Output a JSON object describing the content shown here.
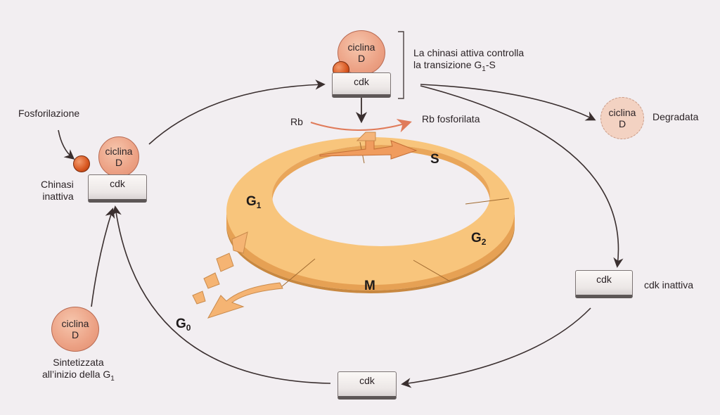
{
  "labels": {
    "fosforilazione": "Fosforilazione",
    "chinasi_inattiva_1": "Chinasi",
    "chinasi_inattiva_2": "inattiva",
    "chinasi_attiva_1": "La chinasi attiva controlla",
    "chinasi_attiva_2": "la transizione G",
    "chinasi_attiva_sub": "1",
    "chinasi_attiva_3": "-S",
    "rb": "Rb",
    "rb_fosforilata": "Rb fosforilata",
    "degradata": "Degradata",
    "cdk_inattiva": "cdk inattiva",
    "sintetizzata_1": "Sintetizzata",
    "sintetizzata_2": "all’inizio della G",
    "sintetizzata_sub": "1"
  },
  "molecules": {
    "ciclina": "ciclina",
    "d": "D",
    "cdk": "cdk"
  },
  "phases": {
    "g1": "G",
    "g1_sub": "1",
    "s": "S",
    "g2": "G",
    "g2_sub": "2",
    "m": "M",
    "g0": "G",
    "g0_sub": "0"
  },
  "colors": {
    "background": "#f2eef1",
    "ring_top": "#f8c57c",
    "ring_side": "#e9a65a",
    "cyclin": "#eca184",
    "phosphate": "#d7561f",
    "arrow": "#3a2f2f",
    "rb_arrow": "#e07b5a"
  }
}
